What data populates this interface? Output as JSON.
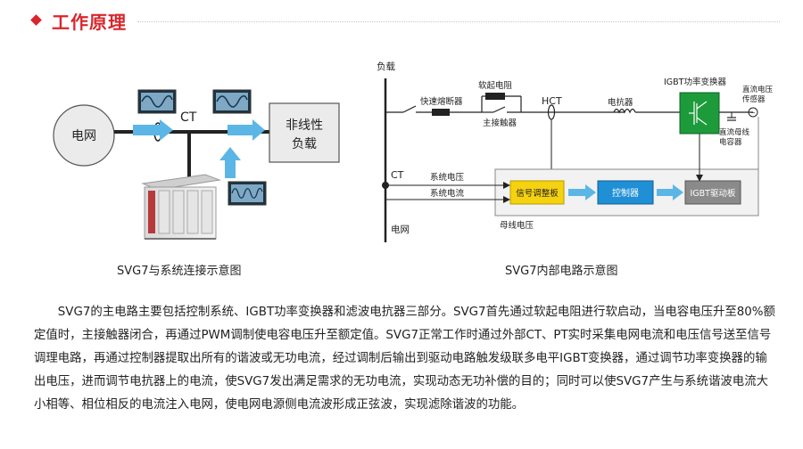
{
  "header": {
    "title": "工作原理"
  },
  "left_diagram": {
    "grid_label": "电网",
    "ct_label": "CT",
    "load_line1": "非线性",
    "load_line2": "负载",
    "caption": "SVG7与系统连接示意图"
  },
  "right_diagram": {
    "load_label": "负载",
    "fuse_label": "快速熔断器",
    "soft_resistor_label": "软起电阻",
    "contactor_label": "主接触器",
    "hct_label": "HCT",
    "reactor_label": "电抗器",
    "igbt_converter_label": "IGBT功率变换器",
    "dc_sensor_label_1": "直流电压",
    "dc_sensor_label_2": "传感器",
    "dc_cap_label_1": "直流母线",
    "dc_cap_label_2": "电容器",
    "ct_label": "CT",
    "sys_voltage_label": "系统电压",
    "sys_current_label": "系统电流",
    "signal_board_label": "信号调整板",
    "controller_label": "控制器",
    "igbt_driver_label": "IGBT驱动板",
    "bus_voltage_label": "母线电压",
    "grid_label": "电网",
    "caption": "SVG7内部电路示意图"
  },
  "paragraph": "SVG7的主电路主要包括控制系统、IGBT功率变换器和滤波电抗器三部分。SVG7首先通过软起电阻进行软启动，当电容电压升至80%额定值时，主接触器闭合，再通过PWM调制使电容电压升至额定值。SVG7正常工作时通过外部CT、PT实时采集电网电流和电压信号送至信号调理电路，再通过控制器提取出所有的谐波或无功电流，经过调制后输出到驱动电路触发级联多电平IGBT变换器，通过调节功率变换器的输出电压，进而调节电抗器上的电流，使SVG7发出满足需求的无功电流，实现动态无功补偿的目的；同时可以使SVG7产生与系统谐波电流大小相等、相位相反的电流注入电网，使电网电源侧电流波形成正弦波，实现滤除谐波的功能。",
  "colors": {
    "accent": "#d8262c",
    "signal_yellow": "#f5d20f",
    "controller_blue": "#1f8fd6",
    "igbt_green": "#1d9a3a",
    "arrow_blue": "#5bb6e6"
  }
}
